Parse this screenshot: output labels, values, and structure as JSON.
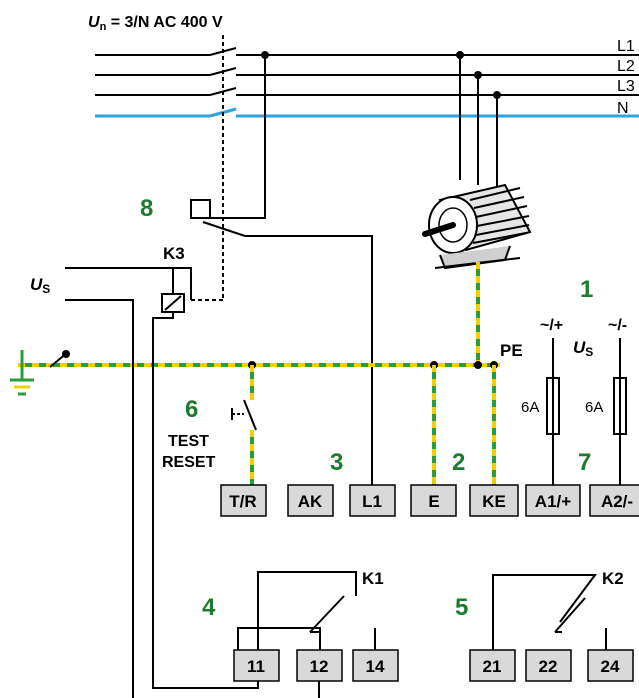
{
  "supply_label": {
    "sym": "U",
    "sub": "n",
    "rest": " = 3/N AC 400 V"
  },
  "lines": [
    "L1",
    "L2",
    "L3",
    "N"
  ],
  "colors": {
    "neutral": "#2ea3e3",
    "pe_green": "#2c9c3a",
    "pe_yellow": "#f2d000",
    "number": "#1e7a2e"
  },
  "supply_us_left": {
    "sym": "U",
    "sub": "S"
  },
  "supply_us_right": {
    "sym": "U",
    "sub": "S"
  },
  "k3_label": "K3",
  "k1_label": "K1",
  "k2_label": "K2",
  "pe_label": "PE",
  "test_reset": [
    "TEST",
    "RESET"
  ],
  "fuse_left_label": "~/+",
  "fuse_right_label": "~/-",
  "fuse_rating_left": "6A",
  "fuse_rating_right": "6A",
  "numbers": {
    "n1": "1",
    "n2": "2",
    "n3": "3",
    "n4": "4",
    "n5": "5",
    "n6": "6",
    "n7": "7",
    "n8": "8"
  },
  "terminals_top": [
    "T/R",
    "AK",
    "L1",
    "E",
    "KE",
    "A1/+",
    "A2/-"
  ],
  "terminals_k1": [
    "11",
    "12",
    "14"
  ],
  "terminals_k2": [
    "21",
    "22",
    "24"
  ],
  "icons": {
    "motor": "motor-icon",
    "ground": "ground-icon",
    "relay_coil": "relay-coil-icon",
    "fuse": "fuse-icon"
  }
}
